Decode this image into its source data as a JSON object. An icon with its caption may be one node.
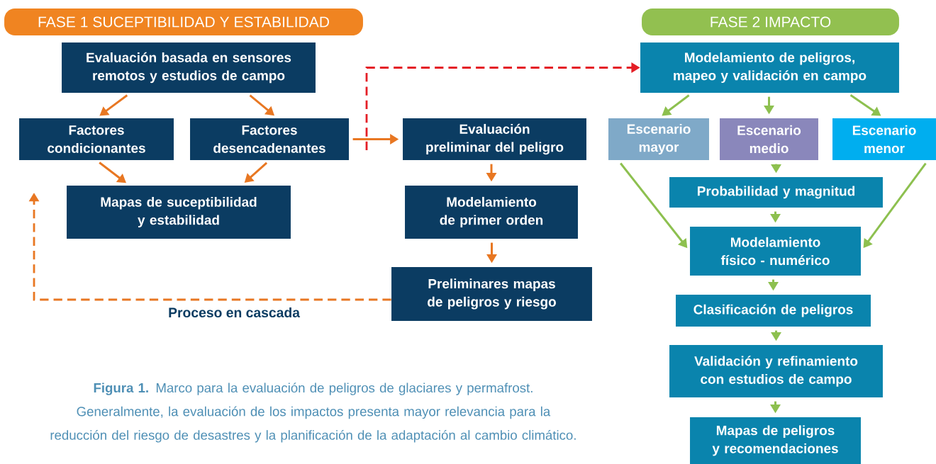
{
  "diagram": {
    "caption": "**Figura 1.** Marco para la evaluación de peligros de glaciares y permafrost. Generalmente, la evaluación de los impactos presenta mayor relevancia para la reducción del riesgo de desastres y la planificación de la adaptación al cambio climático.",
    "nodes": [
      {
        "text": [
          "FASE 1 SUCEPTIBILIDAD Y ESTABILIDAD"
        ]
      },
      {
        "text": [
          "Evaluación basada en sensores remotos y estudios de campo"
        ]
      },
      {
        "text": [
          "Factores condicionantes"
        ]
      },
      {
        "text": [
          "Factores desencadenantes"
        ]
      },
      {
        "text": [
          "Mapas de suceptibilidad y estabilidad"
        ]
      },
      {
        "text": [
          "Evaluación preliminar del peligro"
        ]
      },
      {
        "text": [
          "Modelamiento de primer orden"
        ]
      },
      {
        "text": [
          "Preliminares mapas de peligros y riesgo"
        ]
      },
      {
        "text": [
          "FASE 2 IMPACTO"
        ]
      },
      {
        "text": [
          "Modelamiento de peligros, mapeo y validación en campo"
        ]
      },
      {
        "text": [
          "Escenario mayor"
        ]
      },
      {
        "text": [
          "Escenario medio"
        ]
      },
      {
        "text": [
          "Escenario menor"
        ]
      },
      {
        "text": [
          "Probabilidad y magnitud"
        ]
      },
      {
        "text": [
          "Modelamiento físico - numérico"
        ]
      },
      {
        "text": [
          "Clasificación de peligros"
        ]
      },
      {
        "text": [
          "Validación y refinamiento con estudios de campo"
        ]
      },
      {
        "text": [
          "Mapas de peligros y recomendaciones"
        ]
      }
    ],
    "edges": [
      {
        "from": 1,
        "to": 2,
        "arrow": "to",
        "color": "#e87722"
      },
      {
        "from": 1,
        "to": 3,
        "arrow": "to",
        "color": "#e87722"
      },
      {
        "from": 2,
        "to": 4,
        "arrow": "to",
        "color": "#e87722"
      },
      {
        "from": 3,
        "to": 4,
        "arrow": "to",
        "color": "#e87722"
      },
      {
        "from": 3,
        "to": 5,
        "arrow": "to",
        "color": "#e87722"
      },
      {
        "from": 5,
        "to": 6,
        "arrow": "to",
        "color": "#e87722"
      },
      {
        "from": 6,
        "to": 7,
        "arrow": "to",
        "color": "#e87722"
      },
      {
        "from": 7,
        "to": null,
        "arrow": "to",
        "label": "Proceso en cascada",
        "style": "dashed",
        "color": "#e87722"
      },
      {
        "from": null,
        "to": 9,
        "arrow": "to",
        "style": "dashed",
        "color": "#e41e26"
      },
      {
        "from": 9,
        "to": 10,
        "arrow": "to"
      },
      {
        "from": 9,
        "to": 11,
        "arrow": "to"
      },
      {
        "from": 9,
        "to": 12,
        "arrow": "to"
      },
      {
        "from": 10,
        "to": 14,
        "arrow": "to"
      },
      {
        "from": 11,
        "to": 13,
        "arrow": "to"
      },
      {
        "from": 12,
        "to": 14,
        "arrow": "to"
      },
      {
        "from": 13,
        "to": 14,
        "arrow": "to"
      },
      {
        "from": 14,
        "to": 15,
        "arrow": "to"
      },
      {
        "from": 15,
        "to": 16,
        "arrow": "to"
      },
      {
        "from": 16,
        "to": 17,
        "arrow": "to"
      }
    ]
  }
}
